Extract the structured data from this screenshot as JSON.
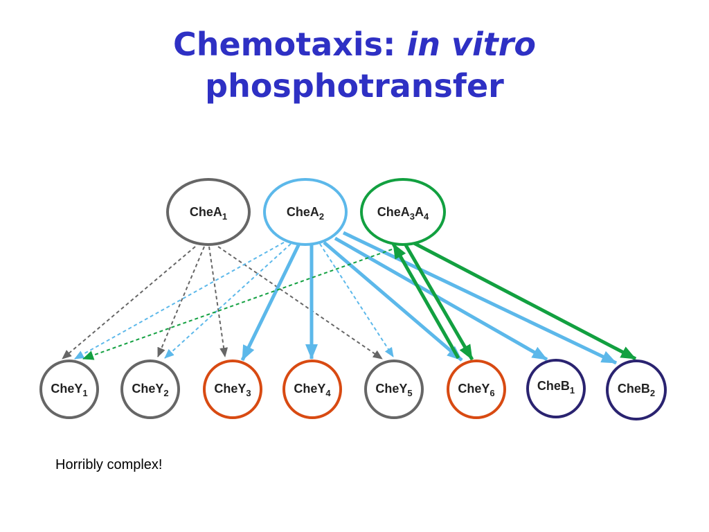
{
  "title": {
    "line1_plain": "Chemotaxis: ",
    "line1_italic": "in vitro",
    "line2": "phosphotransfer"
  },
  "note": "Horribly complex!",
  "colors": {
    "title": "#2e30c4",
    "grey": "#666666",
    "light_blue": "#5cb8ea",
    "green": "#12a040",
    "orange": "#d84a12",
    "navy": "#2a2370"
  },
  "nodes": {
    "chea1": {
      "base": "CheA",
      "sub": "1"
    },
    "chea2": {
      "base": "CheA",
      "sub": "2"
    },
    "chea3a4": {
      "base": "CheA",
      "sub": "3",
      "base2": "A",
      "sub2": "4"
    },
    "chey1": {
      "base": "CheY",
      "sub": "1"
    },
    "chey2": {
      "base": "CheY",
      "sub": "2"
    },
    "chey3": {
      "base": "CheY",
      "sub": "3"
    },
    "chey4": {
      "base": "CheY",
      "sub": "4"
    },
    "chey5": {
      "base": "CheY",
      "sub": "5"
    },
    "chey6": {
      "base": "CheY",
      "sub": "6"
    },
    "cheb1": {
      "base": "CheB",
      "sub": "1"
    },
    "cheb2": {
      "base": "CheB",
      "sub": "2"
    }
  }
}
